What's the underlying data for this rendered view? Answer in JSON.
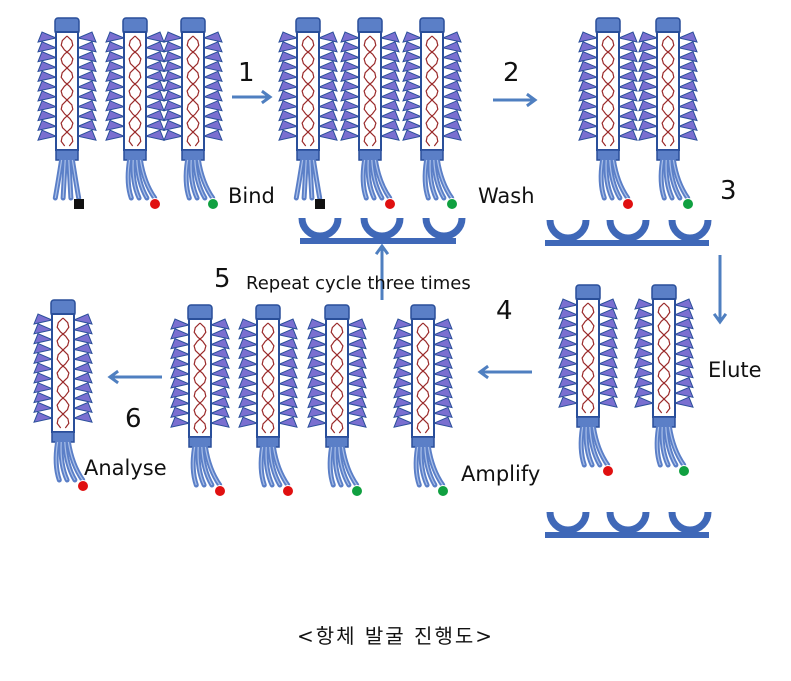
{
  "steps": [
    {
      "number": "1",
      "label": "Bind"
    },
    {
      "number": "2",
      "label": "Wash"
    },
    {
      "number": "3",
      "label": "Elute"
    },
    {
      "number": "4",
      "label": "Amplify"
    },
    {
      "number": "5",
      "label": "Repeat cycle three times"
    },
    {
      "number": "6",
      "label": "Analyse"
    }
  ],
  "caption": "<항체 발굴 진행도>",
  "colors": {
    "phage_body": "#5b7fc7",
    "phage_outline": "#2a4f9a",
    "coat_protein": "#7a6fd0",
    "dna": "#9a2a2a",
    "arrow": "#4f7fc0",
    "plate": "#3f68b8",
    "target_black": "#111111",
    "target_red": "#e01010",
    "target_green": "#10a040"
  },
  "icons": [
    "phage-icon",
    "target-dot-icon",
    "well-plate-icon",
    "arrow-icon"
  ]
}
